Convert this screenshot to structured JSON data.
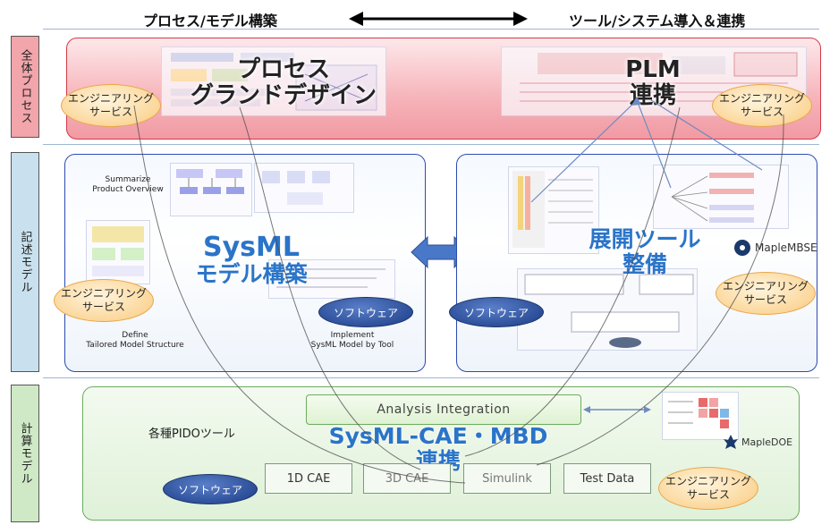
{
  "header": {
    "left": "プロセス/モデル構築",
    "right": "ツール/システム導入＆連携"
  },
  "rows": {
    "process": "全体プロセス",
    "description": "記述モデル",
    "computation": "計算モデル"
  },
  "process_row": {
    "title_left_line1": "プロセス",
    "title_left_line2": "グランドデザイン",
    "title_right_line1": "PLM",
    "title_right_line2": "連携"
  },
  "description_row": {
    "left": {
      "caption_summarize": "Summarize\nProduct Overview",
      "caption_define": "Define\nTailored Model Structure",
      "caption_implement": "Implement\nSysML Model by Tool",
      "title_line1": "SysML",
      "title_line2": "モデル構築"
    },
    "right": {
      "title_line1": "展開ツール",
      "title_line2": "整備",
      "logo": "MapleMBSE"
    }
  },
  "computation_row": {
    "analysis_integration": "Analysis Integration",
    "pido_label": "各種PIDOツール",
    "title_line1": "SysML-CAE・MBD",
    "title_line2": "連携",
    "tools": [
      "1D CAE",
      "3D CAE",
      "Simulink",
      "Test Data"
    ],
    "logo": "MapleDOE"
  },
  "badges": {
    "engineering": "エンジニアリング\nサービス",
    "software": "ソフトウェア"
  },
  "colors": {
    "process_panel": "#f4a7ad",
    "description_panel": "#dbe8f6",
    "computation_panel": "#e4f3df",
    "title_blue": "#2a74c9",
    "software_badge": "#2d4f9a",
    "engineering_badge": "#fbd79a"
  }
}
